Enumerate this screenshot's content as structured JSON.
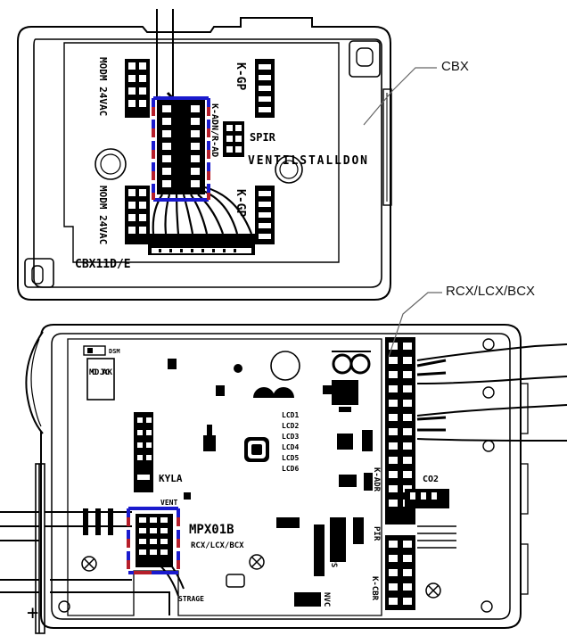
{
  "callouts": {
    "cbx": "CBX",
    "rcx": "RCX/LCX/BCX"
  },
  "cbx_board": {
    "label_model": "CBX11D/E",
    "label_left_top": "MODM 24VAC",
    "label_left_bottom": "MODM 24VAC",
    "label_k_gp_top": "K-GP",
    "label_k_gp_bottom": "K-GP",
    "label_spir": "SPIR",
    "label_ventil": "VENTILSTALLDON",
    "label_center_conn": "K-ADN/R-AD"
  },
  "rcx_board": {
    "label_model": "MPX01B",
    "label_sub": "RCX/LCX/BCX",
    "label_mod_jack": "MOD JACK",
    "label_dsm": "DSM",
    "label_kyla": "KYLA",
    "label_vent": "VENT",
    "label_lcd1": "LCD1",
    "label_lcd2": "LCD2",
    "label_lcd3": "LCD3",
    "label_lcd4": "LCD4",
    "label_lcd5": "LCD5",
    "label_lcd6": "LCD6",
    "label_co2": "CO2",
    "label_pir": "PIR",
    "label_k_adr": "K-ADR",
    "label_k_cbr": "K-CBR",
    "label_mps": "MPS",
    "label_nvc": "NVC",
    "label_strage": "STRAGE",
    "label_plus": "+"
  },
  "colors": {
    "line": "#000000",
    "highlight_red": "#b51e2a",
    "highlight_blue": "#1a1acd",
    "background": "#ffffff"
  }
}
